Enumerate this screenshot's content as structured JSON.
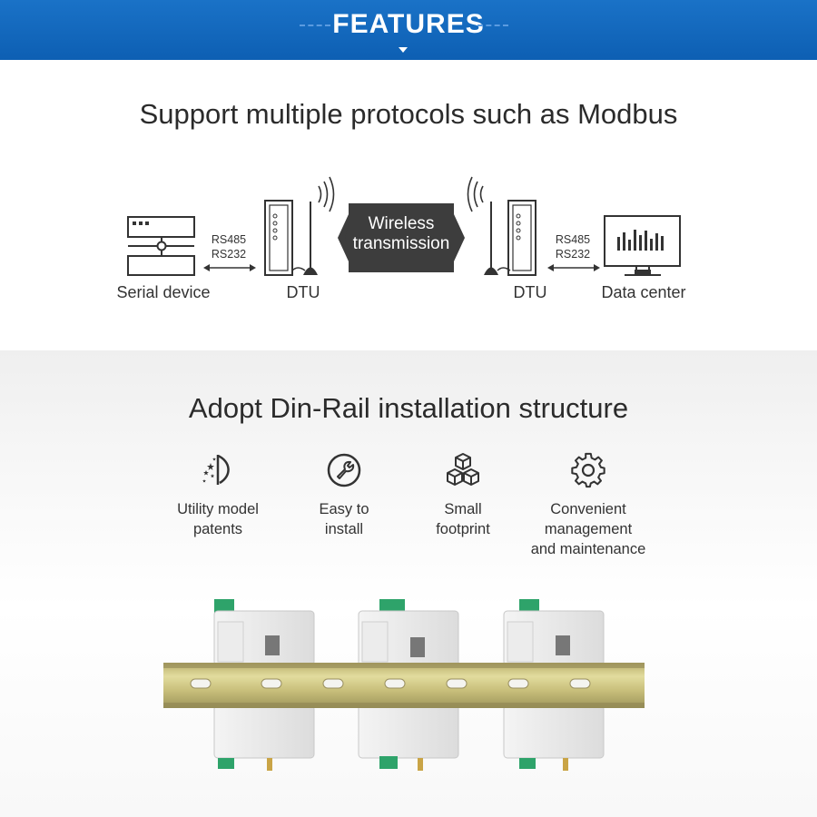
{
  "banner": {
    "title": "FEATURES"
  },
  "section1": {
    "title": "Support multiple protocols such as Modbus",
    "devices": {
      "serial": "Serial device",
      "dtu_left": "DTU",
      "dtu_right": "DTU",
      "data_center": "Data center"
    },
    "interface_left": {
      "line1": "RS485",
      "line2": "RS232"
    },
    "interface_right": {
      "line1": "RS485",
      "line2": "RS232"
    },
    "wireless": {
      "line1": "Wireless",
      "line2": "transmission"
    }
  },
  "section2": {
    "title": "Adopt Din-Rail installation structure",
    "features": [
      {
        "icon": "patent-icon",
        "line1": "Utility model",
        "line2": "patents",
        "line3": ""
      },
      {
        "icon": "wrench-icon",
        "line1": "Easy to",
        "line2": "install",
        "line3": ""
      },
      {
        "icon": "cubes-icon",
        "line1": "Small",
        "line2": "footprint",
        "line3": ""
      },
      {
        "icon": "gear-icon",
        "line1": "Convenient",
        "line2": "management",
        "line3": "and maintenance"
      }
    ]
  },
  "colors": {
    "banner": "#0d5fb3",
    "arrow_dark": "#3d3d3d",
    "rail": "#c9c27a",
    "terminal_green": "#2ea36a"
  }
}
